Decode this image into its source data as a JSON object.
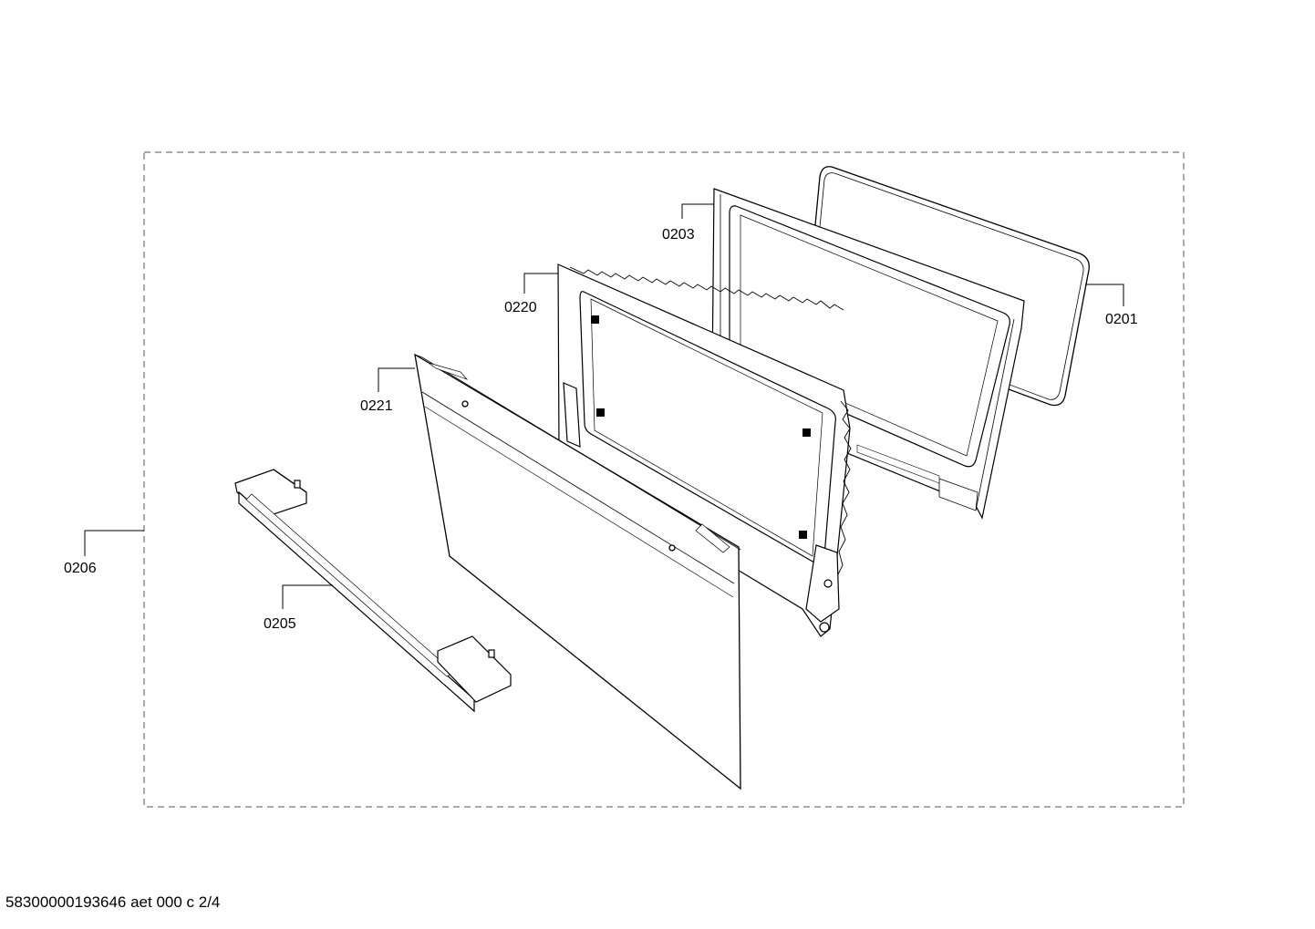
{
  "parts": [
    {
      "id": "p0201",
      "label": "0201"
    },
    {
      "id": "p0203",
      "label": "0203"
    },
    {
      "id": "p0220",
      "label": "0220"
    },
    {
      "id": "p0221",
      "label": "0221"
    },
    {
      "id": "p0206",
      "label": "0206"
    },
    {
      "id": "p0205",
      "label": "0205"
    }
  ],
  "footer": {
    "code": "58300000193646 aet 000 c 2/4"
  },
  "colors": {
    "line": "#000000",
    "fill": "#ffffff",
    "frame": "#555555"
  }
}
